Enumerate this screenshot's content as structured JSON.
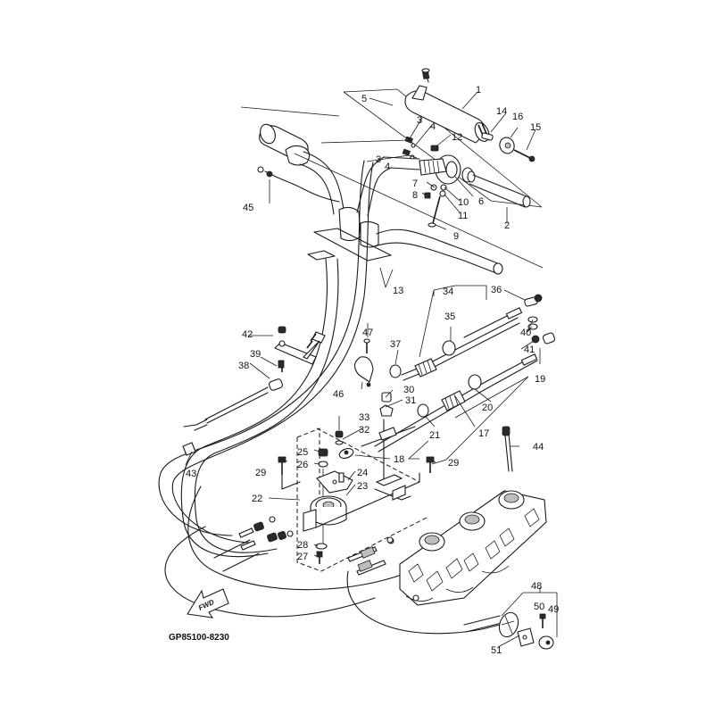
{
  "diagram": {
    "type": "exploded-parts-diagram",
    "subject": "Handlebar, throttle/choke cables and carburetor linkage",
    "drawing_code": "GP85100-8230",
    "direction_marker": "FWD",
    "callouts": [
      {
        "id": "1",
        "label": "1"
      },
      {
        "id": "2",
        "label": "2"
      },
      {
        "id": "3a",
        "label": "3"
      },
      {
        "id": "3b",
        "label": "3"
      },
      {
        "id": "4a",
        "label": "4"
      },
      {
        "id": "4b",
        "label": "4"
      },
      {
        "id": "5",
        "label": "5"
      },
      {
        "id": "6",
        "label": "6"
      },
      {
        "id": "7",
        "label": "7"
      },
      {
        "id": "8",
        "label": "8"
      },
      {
        "id": "9",
        "label": "9"
      },
      {
        "id": "10",
        "label": "10"
      },
      {
        "id": "11",
        "label": "11"
      },
      {
        "id": "12",
        "label": "12"
      },
      {
        "id": "13",
        "label": "13"
      },
      {
        "id": "14",
        "label": "14"
      },
      {
        "id": "15",
        "label": "15"
      },
      {
        "id": "16",
        "label": "16"
      },
      {
        "id": "17",
        "label": "17"
      },
      {
        "id": "18",
        "label": "18"
      },
      {
        "id": "19",
        "label": "19"
      },
      {
        "id": "20",
        "label": "20"
      },
      {
        "id": "21",
        "label": "21"
      },
      {
        "id": "22",
        "label": "22"
      },
      {
        "id": "23",
        "label": "23"
      },
      {
        "id": "24",
        "label": "24"
      },
      {
        "id": "25",
        "label": "25"
      },
      {
        "id": "26",
        "label": "26"
      },
      {
        "id": "27",
        "label": "27"
      },
      {
        "id": "28",
        "label": "28"
      },
      {
        "id": "29a",
        "label": "29"
      },
      {
        "id": "29b",
        "label": "29"
      },
      {
        "id": "30",
        "label": "30"
      },
      {
        "id": "31",
        "label": "31"
      },
      {
        "id": "32",
        "label": "32"
      },
      {
        "id": "33",
        "label": "33"
      },
      {
        "id": "34",
        "label": "34"
      },
      {
        "id": "35",
        "label": "35"
      },
      {
        "id": "36",
        "label": "36"
      },
      {
        "id": "37",
        "label": "37"
      },
      {
        "id": "38",
        "label": "38"
      },
      {
        "id": "39",
        "label": "39"
      },
      {
        "id": "40",
        "label": "40"
      },
      {
        "id": "41",
        "label": "41"
      },
      {
        "id": "42",
        "label": "42"
      },
      {
        "id": "43",
        "label": "43"
      },
      {
        "id": "44",
        "label": "44"
      },
      {
        "id": "45",
        "label": "45"
      },
      {
        "id": "46",
        "label": "46"
      },
      {
        "id": "47",
        "label": "47"
      },
      {
        "id": "48",
        "label": "48"
      },
      {
        "id": "49",
        "label": "49"
      },
      {
        "id": "50",
        "label": "50"
      },
      {
        "id": "51",
        "label": "51"
      }
    ]
  }
}
